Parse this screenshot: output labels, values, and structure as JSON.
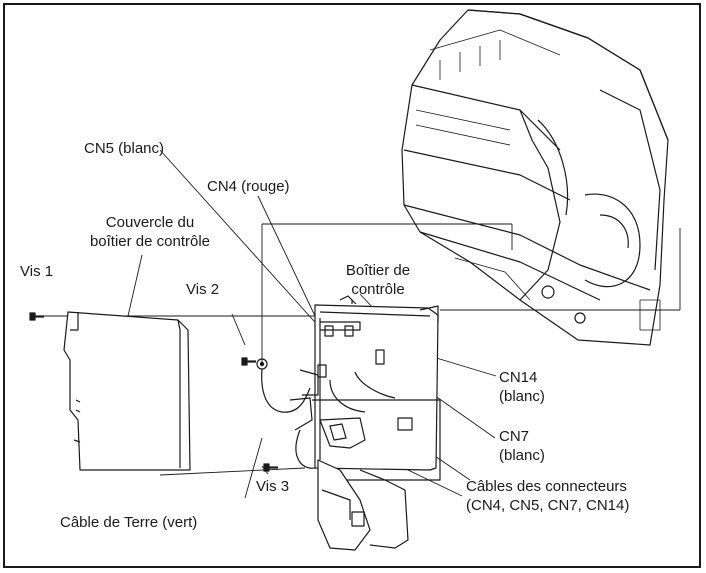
{
  "labels": {
    "cn5": "CN5 (blanc)",
    "cn4": "CN4 (rouge)",
    "cover_line1": "Couvercle du",
    "cover_line2": "boîtier de contrôle",
    "vis1": "Vis 1",
    "vis2": "Vis 2",
    "box_line1": "Boîtier de",
    "box_line2": "contrôle",
    "cn14_line1": "CN14",
    "cn14_line2": "(blanc)",
    "cn7_line1": "CN7",
    "cn7_line2": "(blanc)",
    "cables_line1": "Câbles des connecteurs",
    "cables_line2": "(CN4, CN5, CN7, CN14)",
    "vis3": "Vis 3",
    "earth": "Câble de Terre (vert)"
  },
  "colors": {
    "ink": "#1a1a1a",
    "cover_fill": "#ffffff",
    "shade": "#cfcfcf"
  }
}
